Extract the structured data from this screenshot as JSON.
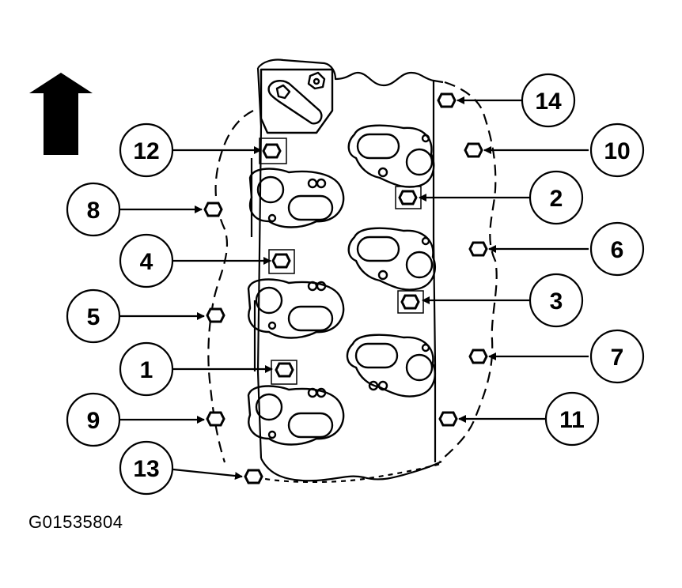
{
  "figure_id": "G01535804",
  "callouts": [
    {
      "label": "1"
    },
    {
      "label": "2"
    },
    {
      "label": "3"
    },
    {
      "label": "4"
    },
    {
      "label": "5"
    },
    {
      "label": "6"
    },
    {
      "label": "7"
    },
    {
      "label": "8"
    },
    {
      "label": "9"
    },
    {
      "label": "10"
    },
    {
      "label": "11"
    },
    {
      "label": "12"
    },
    {
      "label": "13"
    },
    {
      "label": "14"
    }
  ]
}
